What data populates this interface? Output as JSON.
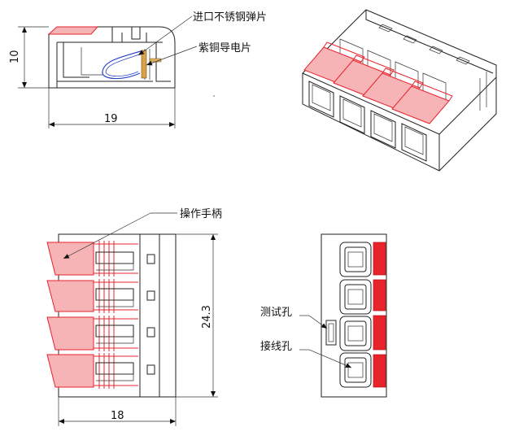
{
  "labels": {
    "stainless_spring": "进口不锈钢弹片",
    "copper_plate": "紫铜导电片",
    "handle": "操作手柄",
    "test_hole": "测试孔",
    "wire_hole": "接线孔"
  },
  "dimensions": {
    "side_height": "10",
    "side_width": "19",
    "top_height": "24.3",
    "top_width": "18"
  },
  "colors": {
    "accent": "#e8232c",
    "line": "#222222"
  }
}
